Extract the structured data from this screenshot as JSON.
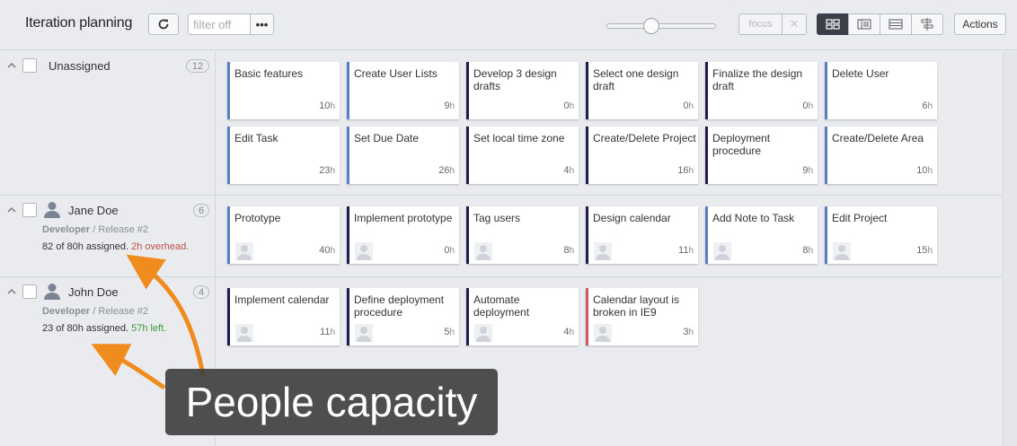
{
  "toolbar": {
    "title": "Iteration planning",
    "filter_placeholder": "filter off",
    "more_label": "•••",
    "focus_label": "focus",
    "focus_clear_label": "✕",
    "actions_label": "Actions",
    "view_modes": [
      "board-view-icon",
      "list-view-icon",
      "rows-view-icon",
      "timeline-view-icon"
    ],
    "active_view": "board-view-icon"
  },
  "rows": [
    {
      "name": "Unassigned",
      "count": "12",
      "cards": [
        {
          "title": "Basic features",
          "hours": "10",
          "color": "blue"
        },
        {
          "title": "Create User Lists",
          "hours": "9",
          "color": "blue"
        },
        {
          "title": "Develop 3 design drafts",
          "hours": "0",
          "color": "dark"
        },
        {
          "title": "Select one design draft",
          "hours": "0",
          "color": "dark"
        },
        {
          "title": "Finalize the design draft",
          "hours": "0",
          "color": "dark"
        },
        {
          "title": "Delete User",
          "hours": "6",
          "color": "blue"
        },
        {
          "title": "Edit Task",
          "hours": "23",
          "color": "blue"
        },
        {
          "title": "Set Due Date",
          "hours": "26",
          "color": "blue"
        },
        {
          "title": "Set local time zone",
          "hours": "4",
          "color": "dark"
        },
        {
          "title": "Create/Delete Project",
          "hours": "16",
          "color": "dark"
        },
        {
          "title": "Deployment procedure",
          "hours": "9",
          "color": "dark"
        },
        {
          "title": "Create/Delete Area",
          "hours": "10",
          "color": "blue"
        }
      ]
    },
    {
      "name": "Jane Doe",
      "count": "6",
      "role": "Developer",
      "release": " / Release #2",
      "capacity": "82 of 80h assigned.",
      "capacity_note": "2h overhead.",
      "capacity_note_color": "#c0504d",
      "cards": [
        {
          "title": "Prototype",
          "hours": "40",
          "color": "blue"
        },
        {
          "title": "Implement prototype",
          "hours": "0",
          "color": "dark"
        },
        {
          "title": "Tag users",
          "hours": "8",
          "color": "dark"
        },
        {
          "title": "Design calendar",
          "hours": "11",
          "color": "dark"
        },
        {
          "title": "Add Note to Task",
          "hours": "8",
          "color": "blue"
        },
        {
          "title": "Edit Project",
          "hours": "15",
          "color": "blue"
        }
      ]
    },
    {
      "name": "John Doe",
      "count": "4",
      "role": "Developer",
      "release": " / Release #2",
      "capacity": "23 of 80h assigned.",
      "capacity_note": "57h left.",
      "capacity_note_color": "#3f9a3a",
      "cards": [
        {
          "title": "Implement calendar",
          "hours": "11",
          "color": "dark"
        },
        {
          "title": "Define deployment procedure",
          "hours": "5",
          "color": "dark"
        },
        {
          "title": "Automate deployment",
          "hours": "4",
          "color": "dark"
        },
        {
          "title": "Calendar layout is broken in IE9",
          "hours": "3",
          "color": "red"
        }
      ]
    }
  ],
  "hours_unit": "h",
  "callout": "People capacity",
  "colors": {
    "accent_blue": "#5b7fc7",
    "accent_dark": "#1e1d52",
    "accent_red": "#d05a5a",
    "arrow": "#f08c1e"
  }
}
